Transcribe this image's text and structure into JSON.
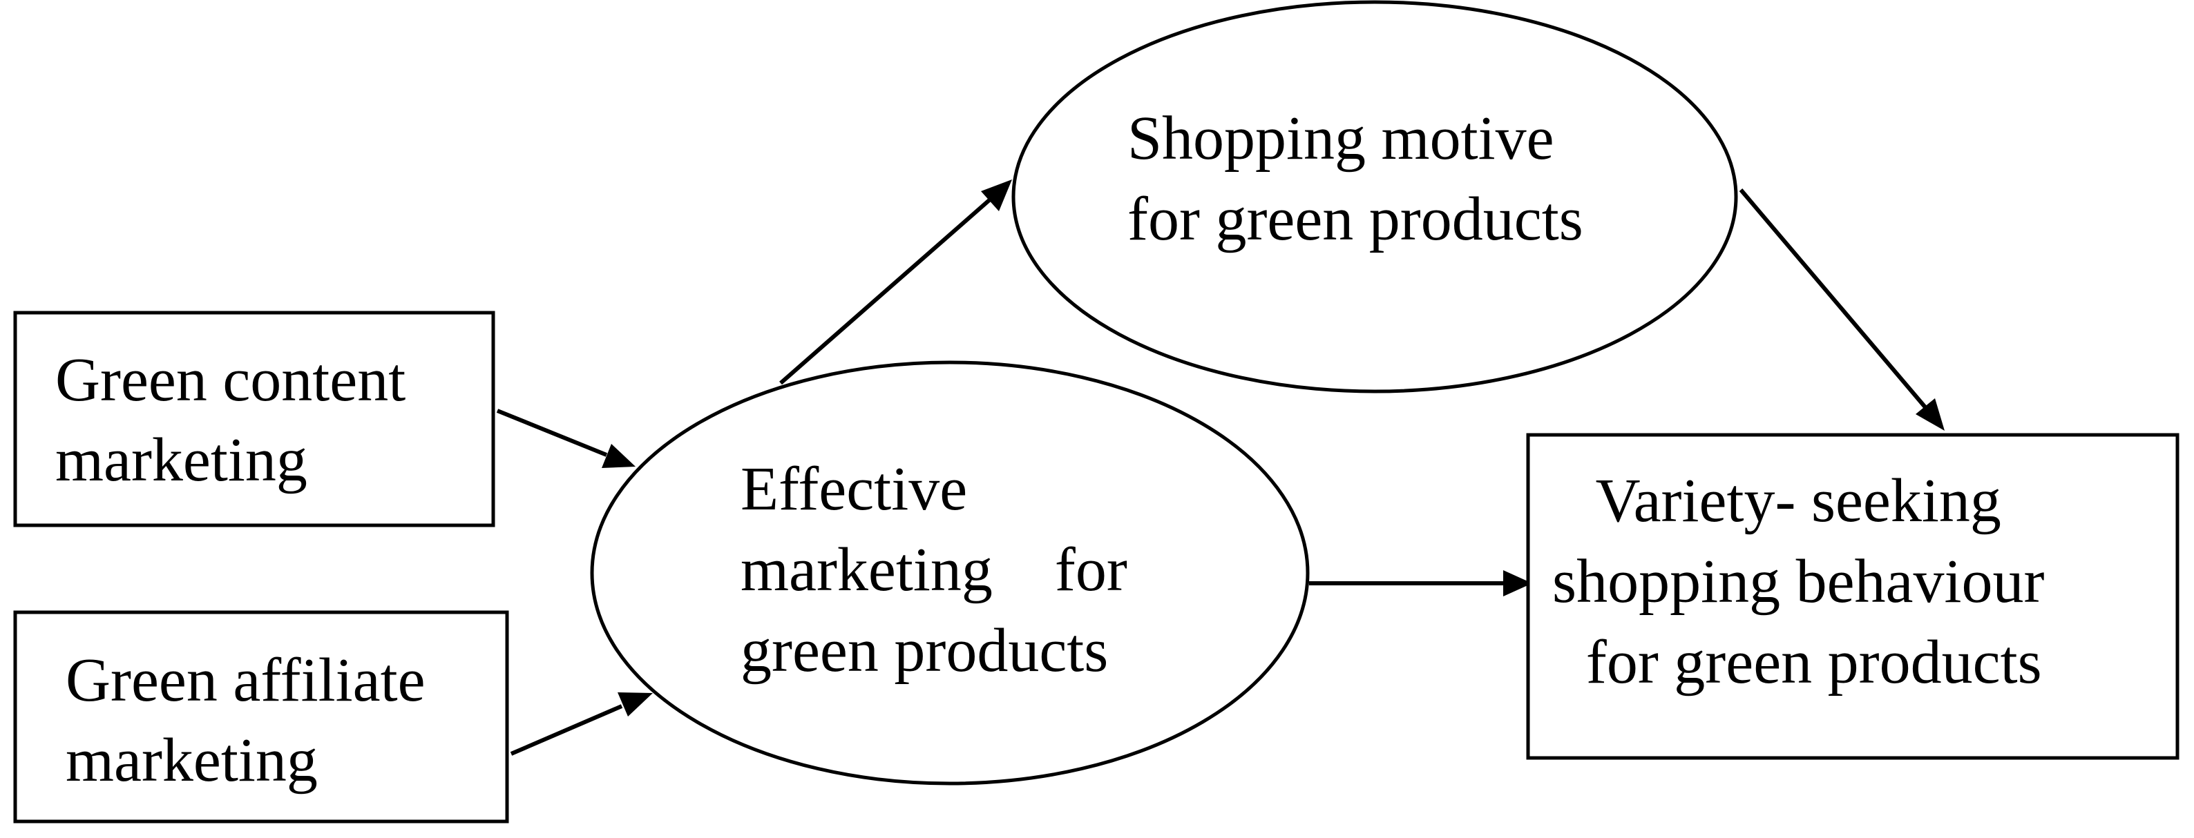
{
  "nodes": {
    "green_content": {
      "line1": "Green content",
      "line2": "marketing"
    },
    "green_affiliate": {
      "line1": "Green affiliate",
      "line2": "marketing"
    },
    "effective": {
      "line1": "Effective",
      "line2": "marketing    for",
      "line3": "green products"
    },
    "shopping_motive": {
      "line1": "Shopping motive",
      "line2": "for green products"
    },
    "variety_seeking": {
      "line1": "Variety- seeking",
      "line2": "shopping behaviour",
      "line3": "for green products"
    }
  },
  "edges": [
    {
      "from": "Green content marketing",
      "to": "Effective marketing for green products"
    },
    {
      "from": "Green affiliate marketing",
      "to": "Effective marketing for green products"
    },
    {
      "from": "Effective marketing for green products",
      "to": "Shopping motive for green products"
    },
    {
      "from": "Effective marketing for green products",
      "to": "Variety- seeking shopping behaviour for green products"
    },
    {
      "from": "Shopping motive for green products",
      "to": "Variety- seeking shopping behaviour for green products"
    }
  ],
  "colors": {
    "stroke": "#000000",
    "fill": "#ffffff",
    "text": "#000000"
  }
}
